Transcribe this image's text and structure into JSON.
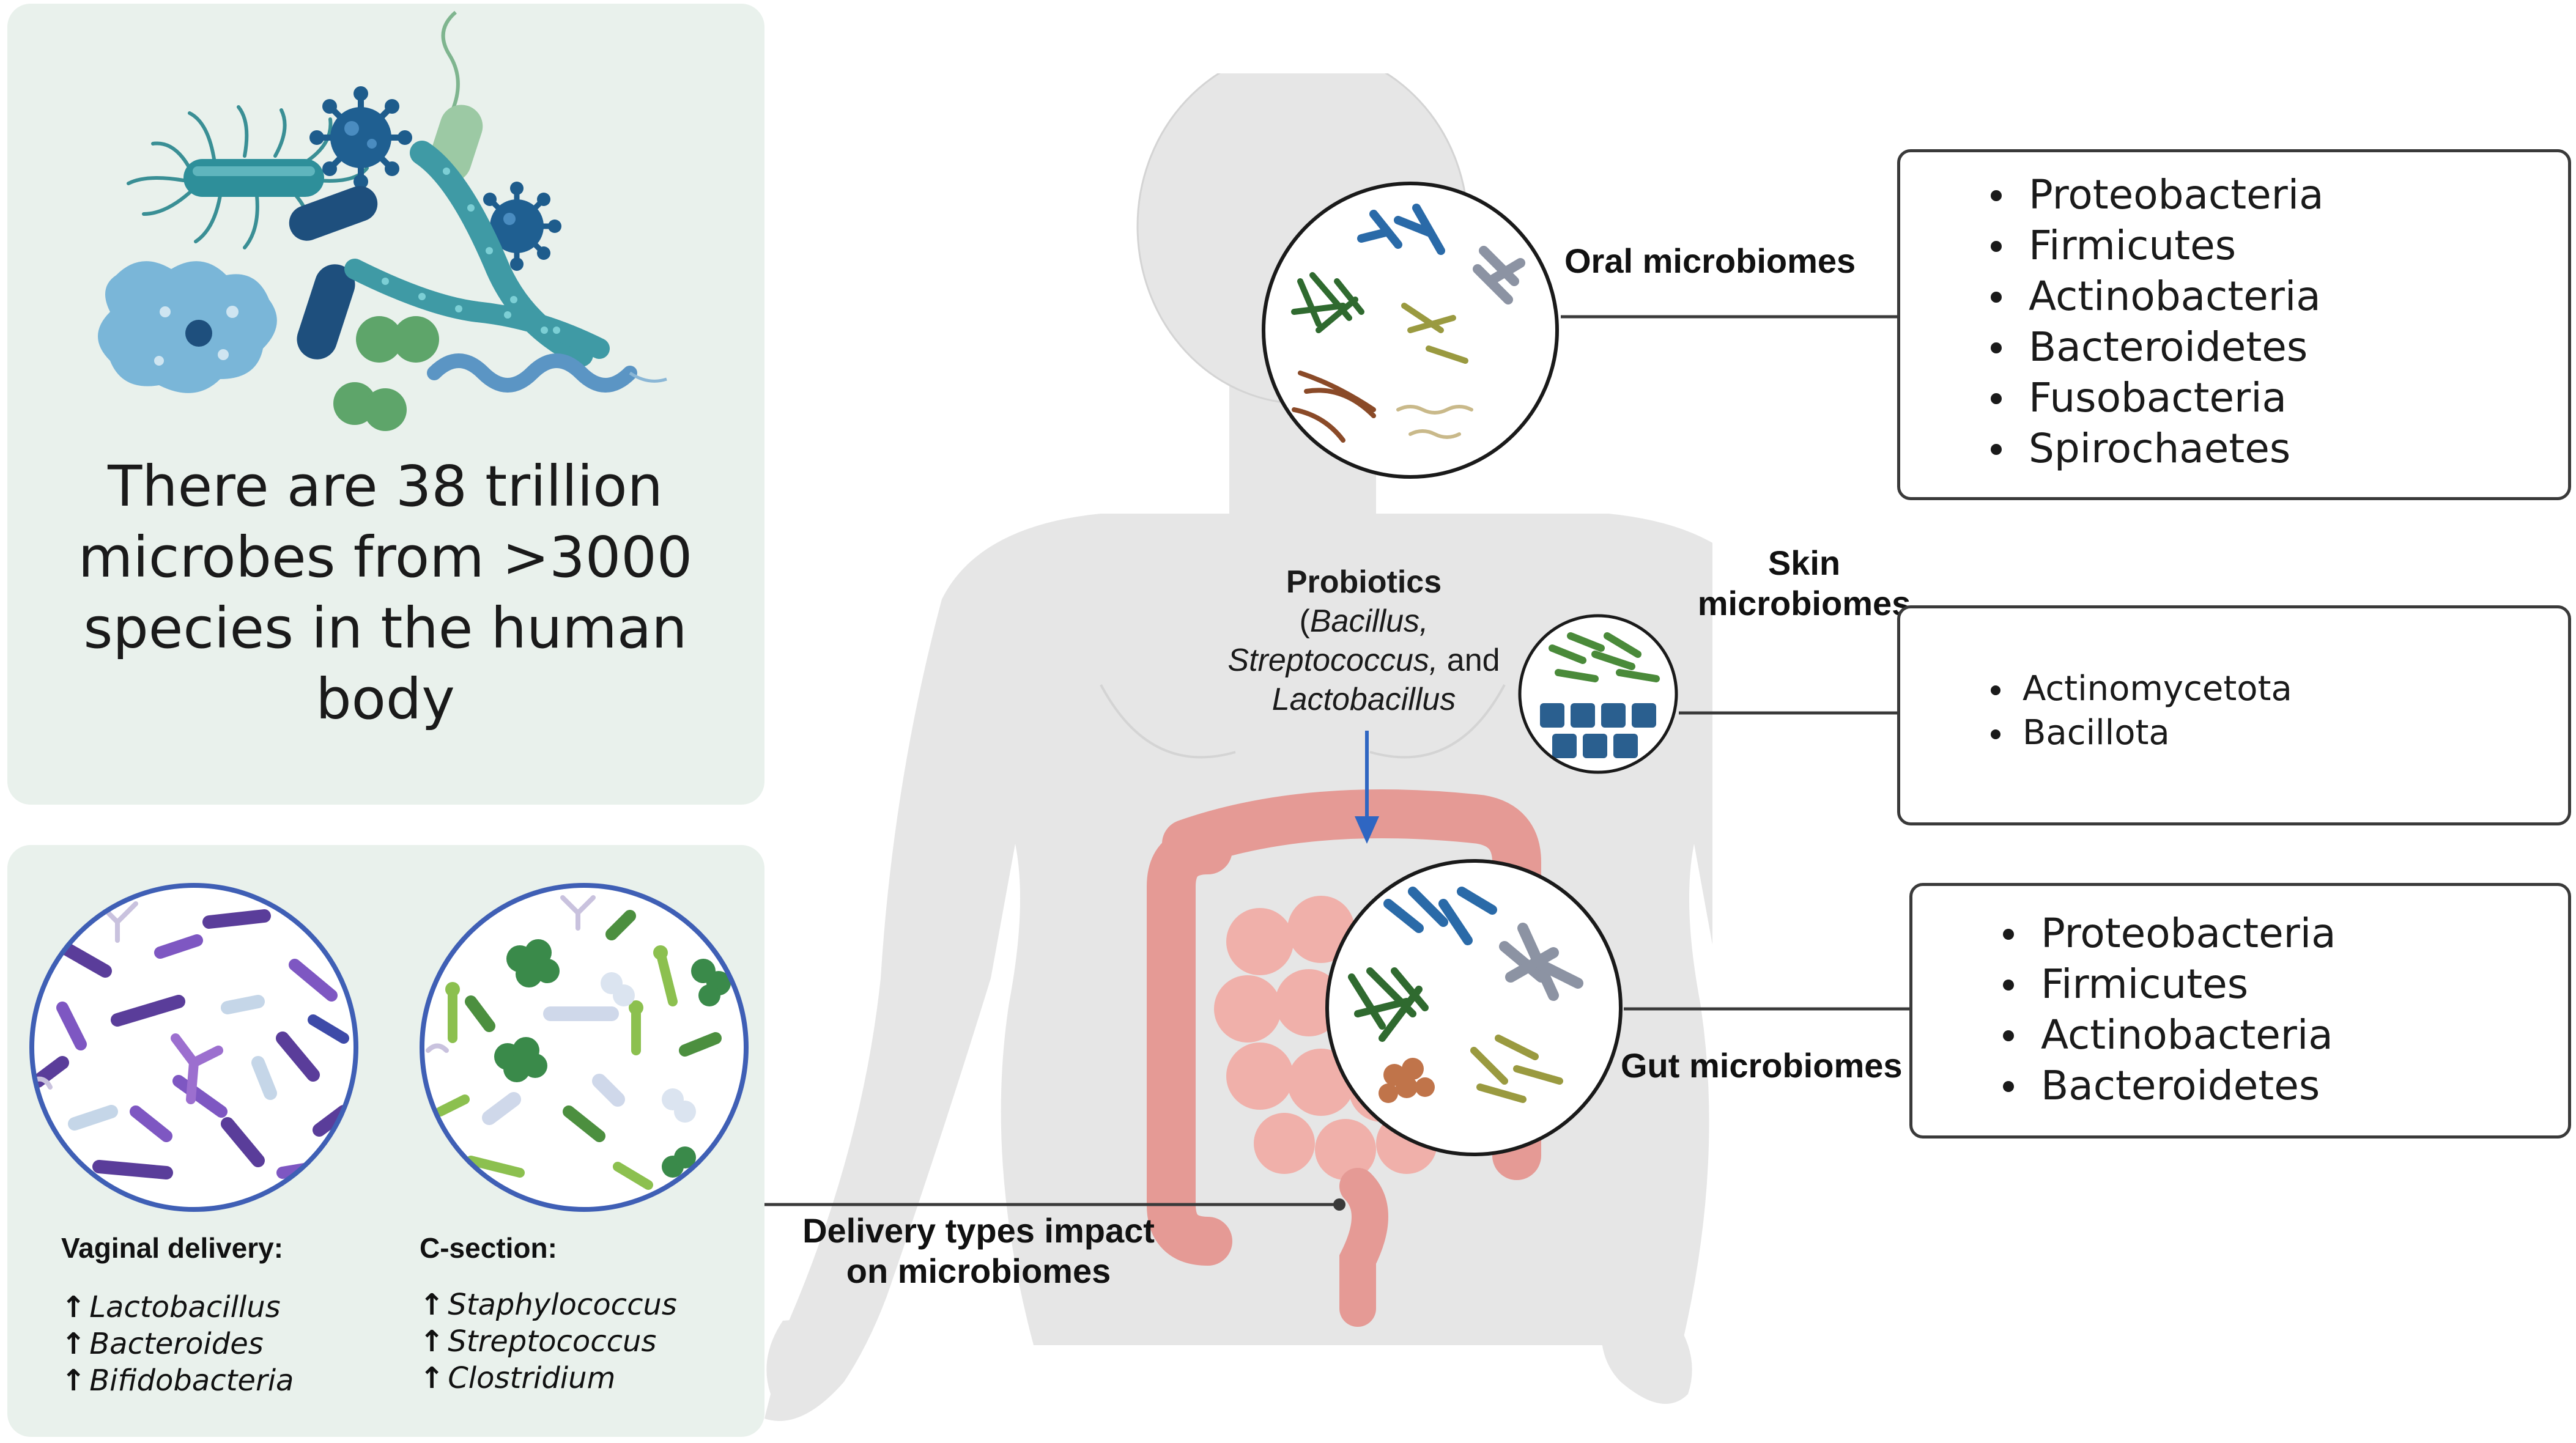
{
  "top_panel": {
    "statement": "There are 38 trillion microbes from >3000 species in the human body"
  },
  "delivery_panel": {
    "vaginal": {
      "title": "Vaginal delivery:",
      "items": [
        "Lactobacillus",
        "Bacteroides",
        "Bifidobacteria"
      ]
    },
    "csection": {
      "title": "C-section:",
      "items": [
        "Staphylococcus",
        "Streptococcus",
        "Clostridium"
      ]
    },
    "arrow_symbol": "↑"
  },
  "labels": {
    "oral": "Oral microbiomes",
    "skin_line1": "Skin",
    "skin_line2": "microbiomes",
    "gut": "Gut microbiomes",
    "delivery_line1": "Delivery types impact",
    "delivery_line2": "on microbiomes",
    "probiotics_title": "Probiotics",
    "probiotics_paren_open": "(",
    "probiotics_genus1": "Bacillus,",
    "probiotics_genus2": "Streptococcus,",
    "probiotics_and": " and",
    "probiotics_genus3": "Lactobacillus"
  },
  "oral_list": [
    "Proteobacteria",
    "Firmicutes",
    "Actinobacteria",
    "Bacteroidetes",
    "Fusobacteria",
    "Spirochaetes"
  ],
  "skin_list": [
    "Actinomycetota",
    "Bacillota"
  ],
  "gut_list": [
    "Proteobacteria",
    "Firmicutes",
    "Actinobacteria",
    "Bacteroidetes"
  ],
  "colors": {
    "panel_bg": "#e9f1ec",
    "body_fill": "#e6e6e6",
    "circle_border": "#3f5fb5",
    "arrow_blue": "#2f66c2",
    "intestine": "#e79a96"
  }
}
